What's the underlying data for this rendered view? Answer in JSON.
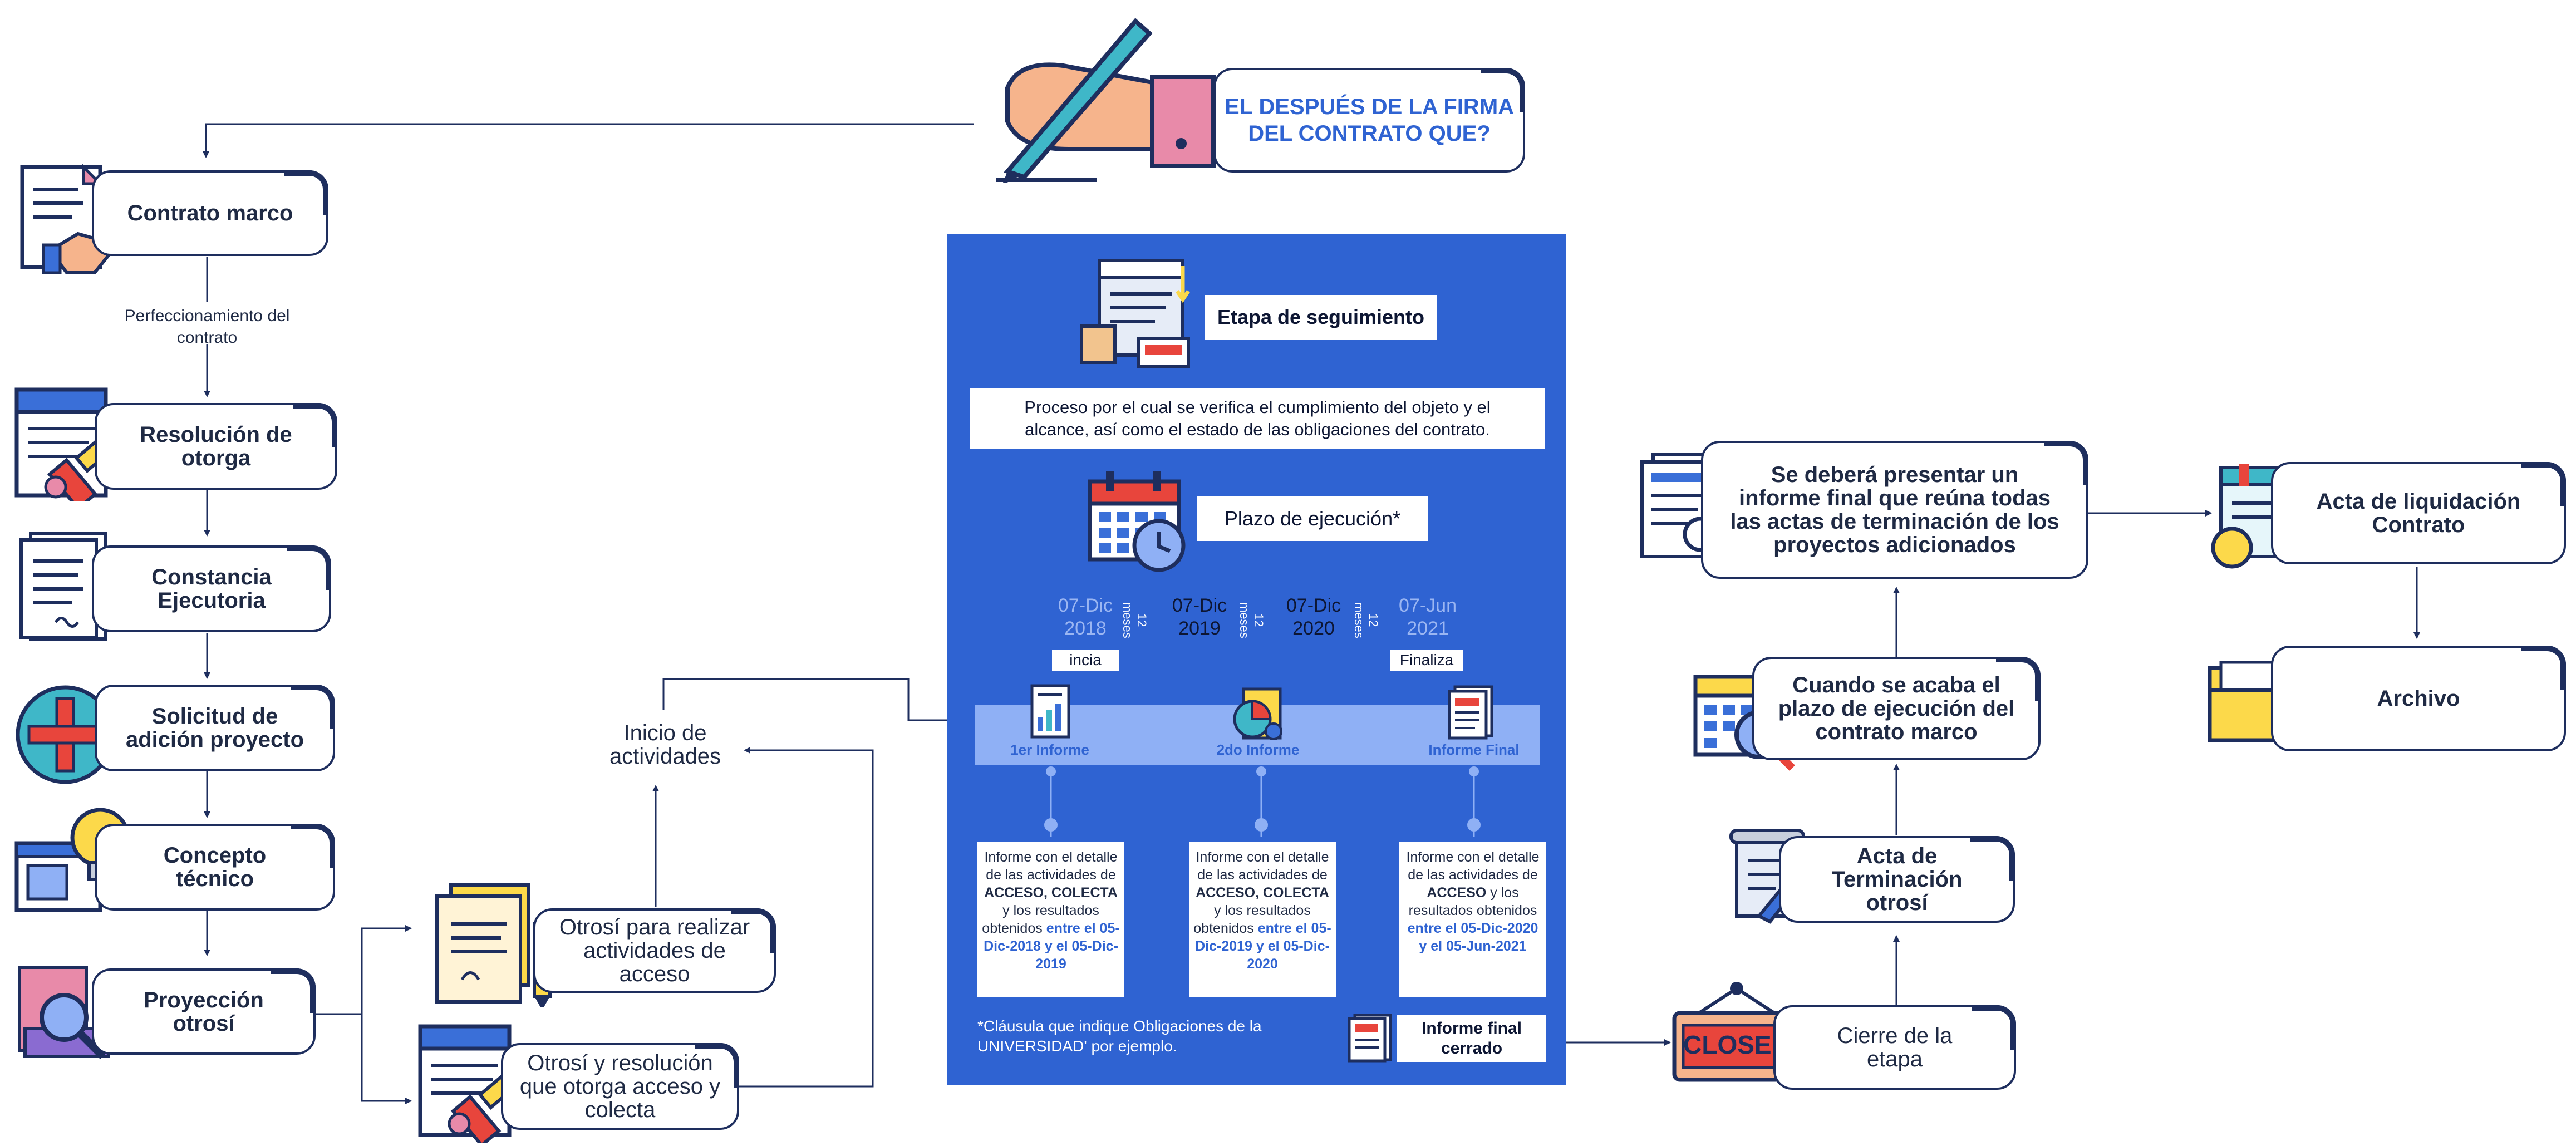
{
  "title": "EL DESPUÉS DE LA FIRMA DEL CONTRATO QUE?",
  "left_flow": {
    "contrato_marco": "Contrato marco",
    "perfeccionamiento": "Perfeccionamiento del contrato",
    "resolucion": "Resolución de otorga",
    "constancia": "Constancia Ejecutoria",
    "solicitud": "Solicitud de adición proyecto",
    "concepto": "Concepto técnico",
    "proyeccion": "Proyección otrosí"
  },
  "middle": {
    "otrosi_acceso": "Otrosí para realizar actividades de acceso",
    "otrosi_resolucion": "Otrosí y resolución que otorga acceso y colecta",
    "inicio": "Inicio de actividades"
  },
  "panel": {
    "etapa": "Etapa de seguimiento",
    "proceso": "Proceso por el cual se verifica el cumplimiento del objeto y el alcance, así como el estado de las obligaciones del contrato.",
    "plazo": "Plazo de ejecución*",
    "dates": [
      {
        "d": "07-Dic",
        "y": "2018"
      },
      {
        "d": "07-Dic",
        "y": "2019"
      },
      {
        "d": "07-Dic",
        "y": "2020"
      },
      {
        "d": "07-Jun",
        "y": "2021"
      }
    ],
    "intervals": [
      "12 meses",
      "12 meses",
      "12 meses"
    ],
    "incia": "incia",
    "finaliza": "Finaliza",
    "reports": [
      "1er Informe",
      "2do Informe",
      "Informe Final"
    ],
    "report_texts": [
      {
        "a": "Informe con el detalle de las actividades de",
        "b": "ACCESO, COLECTA",
        "c": "y los resultados obtenidos",
        "d": "entre el 05-Dic-2018 y el 05-Dic-2019"
      },
      {
        "a": "Informe con el detalle de las actividades de",
        "b": "ACCESO, COLECTA",
        "c": "y los resultados obtenidos",
        "d": "entre el 05-Dic-2019 y el 05-Dic-2020"
      },
      {
        "a": "Informe con el detalle de las actividades de",
        "b": "ACCESO",
        "c": "y los resultados obtenidos",
        "d": "entre el 05-Dic-2020 y el 05-Jun-2021"
      }
    ],
    "clausula": "*Cláusula que indique Obligaciones de la UNIVERSIDAD' por ejemplo.",
    "informe_cerrado": "Informe final cerrado"
  },
  "right_flow": {
    "cierre": "Cierre de la etapa",
    "closed_sign": "CLOSED",
    "acta_terminacion": "Acta de Terminación otrosí",
    "cuando": "Cuando se acaba el plazo de ejecución del contrato marco",
    "informe_final": "Se deberá presentar un informe final que reúna todas las actas de terminación de los proyectos adicionados",
    "acta_liquidacion": "Acta de liquidación Contrato",
    "archivo": "Archivo"
  },
  "colors": {
    "navy": "#1e2e5e",
    "blue": "#2f63d2",
    "lightblue": "#8fb0f5",
    "red": "#e8453c",
    "yellow": "#fcd94a",
    "pink": "#e88aa9",
    "teal": "#3fb7c8"
  }
}
